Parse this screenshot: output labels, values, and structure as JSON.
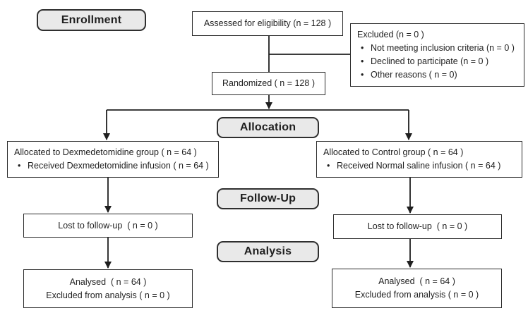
{
  "stages": {
    "enrollment": "Enrollment",
    "allocation": "Allocation",
    "followup": "Follow-Up",
    "analysis": "Analysis"
  },
  "bullet_char": "•",
  "boxes": {
    "assessed": {
      "text": "Assessed for eligibility (n = 128 )"
    },
    "excluded": {
      "title": "Excluded (n = 0 )",
      "bullets": [
        "Not meeting inclusion criteria (n = 0 )",
        "Declined to participate (n = 0 )",
        "Other reasons ( n = 0)"
      ]
    },
    "randomized": {
      "text": "Randomized ( n = 128 )"
    },
    "allocated_left": {
      "title": "Allocated to Dexmedetomidine group ( n = 64 )",
      "bullets": [
        "Received Dexmedetomidine infusion ( n = 64 )"
      ]
    },
    "allocated_right": {
      "title": "Allocated to Control group ( n = 64 )",
      "bullets": [
        "Received Normal saline infusion ( n = 64 )"
      ]
    },
    "lost_left": {
      "text": "Lost to follow-up  ( n = 0 )"
    },
    "lost_right": {
      "text": "Lost to follow-up  ( n = 0 )"
    },
    "analysed_left": {
      "line1": "Analysed  ( n = 64 )",
      "line2": "Excluded from analysis ( n = 0 )"
    },
    "analysed_right": {
      "line1": "Analysed  ( n = 64 )",
      "line2": "Excluded from analysis ( n = 0 )"
    }
  },
  "colors": {
    "stage_fill": "#e9e9e9",
    "stage_border": "#2f2f2f",
    "box_border": "#2b2b2b",
    "line": "#1f1f1f",
    "text": "#1f1f1f"
  }
}
